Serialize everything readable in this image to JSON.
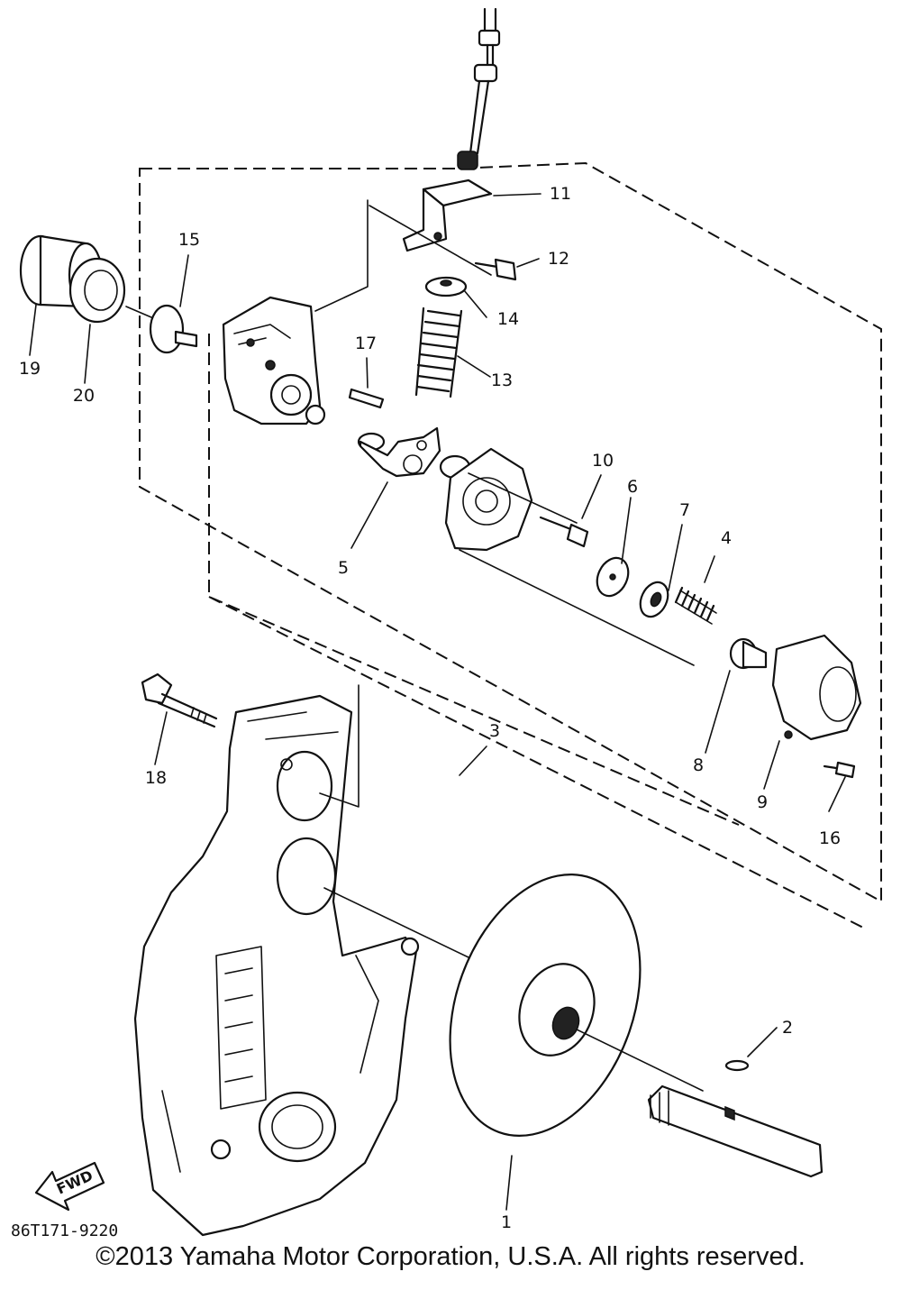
{
  "callouts": [
    "1",
    "2",
    "3",
    "4",
    "5",
    "6",
    "7",
    "8",
    "9",
    "10",
    "11",
    "12",
    "13",
    "14",
    "15",
    "16",
    "17",
    "18",
    "19",
    "20"
  ],
  "direction_label": "FWD",
  "diagram_code": "86T171-9220",
  "copyright": "©2013 Yamaha Motor Corporation, U.S.A. All rights reserved."
}
